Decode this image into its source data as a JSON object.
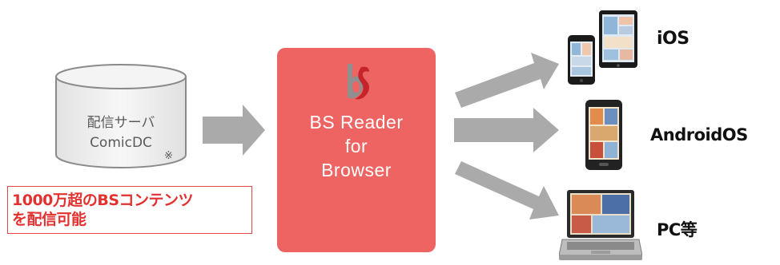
{
  "server": {
    "line1": "配信サーバ",
    "line2": "ComicDC",
    "note_mark": "※"
  },
  "caption": {
    "line1": "1000万超のBSコンテンツ",
    "line2": "を配信可能"
  },
  "reader": {
    "line1": "BS Reader",
    "line2": "for",
    "line3": "Browser"
  },
  "targets": {
    "ios": "iOS",
    "android": "AndroidOS",
    "pc": "PC等"
  },
  "colors": {
    "reader_bg": "#ee6463",
    "arrow": "#aaaaaa",
    "caption_text": "#e2312f",
    "caption_border": "#e8474a",
    "server_text": "#5a5a5a"
  },
  "icons": {
    "logo": "bs-logo-icon",
    "server": "database-cylinder-icon",
    "ios": "ipad-iphone-icon",
    "android": "android-phone-icon",
    "pc": "laptop-icon"
  }
}
